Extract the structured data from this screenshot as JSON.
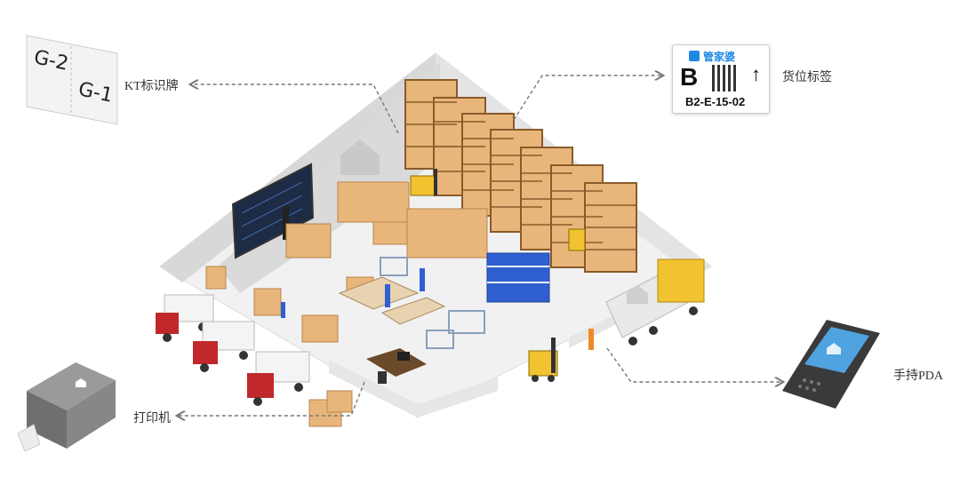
{
  "callouts": {
    "kt_sign": "KT标识牌",
    "slot_label": "货位标签",
    "handheld_pda": "手持PDA",
    "printer": "打印机"
  },
  "kt_sign_codes": [
    "G-2",
    "G-1"
  ],
  "slot_tag": {
    "brand": "管家婆",
    "zone_letter": "B",
    "code": "B2-E-15-02"
  },
  "colors": {
    "floor": "#f1f1f1",
    "wall": "#d9d9d9",
    "shelf_frame": "#8a5a2b",
    "carton": "#e8b67a",
    "bin_blue": "#2f5fd0",
    "truck_cab_red": "#c0282b",
    "truck_cab_yellow": "#f2c230",
    "brand_blue": "#1e88e5"
  }
}
